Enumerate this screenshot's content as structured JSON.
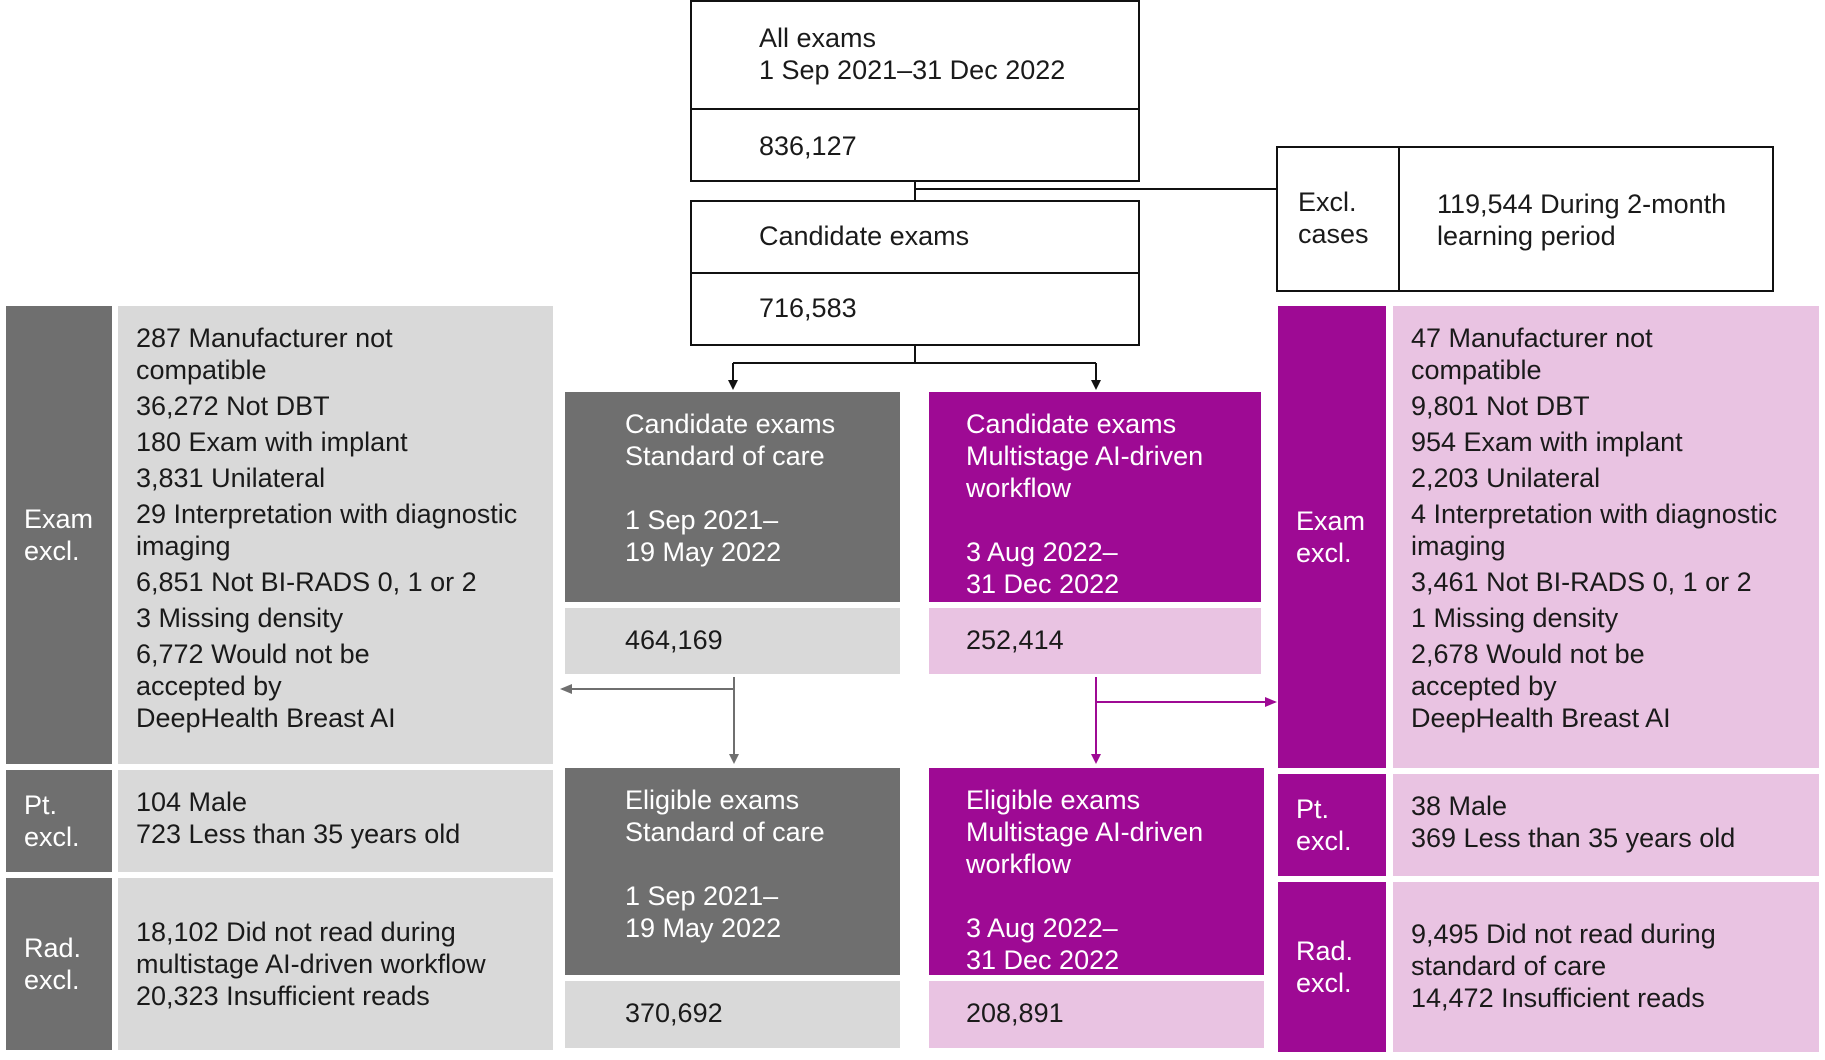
{
  "colors": {
    "soc_dark": "#6f6f6f",
    "soc_light": "#d9d9d9",
    "ai_dark": "#9e0a94",
    "ai_light": "#e9c3e2"
  },
  "top": {
    "all_title": "All exams\n1 Sep 2021–31 Dec 2022",
    "all_count": "836,127",
    "cand_title": "Candidate exams",
    "cand_count": "716,583"
  },
  "excl_cases": {
    "label": "Excl.\ncases",
    "text": "119,544 During 2-month\nlearning period"
  },
  "soc": {
    "candidate_title": "Candidate exams\nStandard of care\n\n1 Sep 2021–\n19 May 2022",
    "candidate_count": "464,169",
    "eligible_title": "Eligible exams\nStandard of care\n\n1 Sep 2021–\n19 May 2022",
    "eligible_count": "370,692"
  },
  "ai": {
    "candidate_title": "Candidate exams\nMultistage AI-driven\nworkflow\n\n3 Aug 2022–\n31 Dec 2022",
    "candidate_count": "252,414",
    "eligible_title": "Eligible exams\nMultistage AI-driven\nworkflow\n\n3 Aug 2022–\n31 Dec 2022",
    "eligible_count": "208,891"
  },
  "left_excl": {
    "exam_label": "Exam\nexcl.",
    "exam_items": [
      "287  Manufacturer not\ncompatible",
      "36,272  Not DBT",
      "180  Exam with implant",
      "3,831  Unilateral",
      "29  Interpretation with diagnostic\nimaging",
      "6,851  Not BI-RADS 0, 1 or 2",
      "3   Missing density",
      "6,772  Would not be\naccepted by\nDeepHealth Breast AI"
    ],
    "pt_label": "Pt.\nexcl.",
    "pt_items": [
      "104  Male",
      "723  Less than 35 years old"
    ],
    "rad_label": "Rad.\nexcl.",
    "rad_items": [
      "18,102  Did not read during\nmultistage AI-driven workflow",
      "20,323  Insufficient reads"
    ]
  },
  "right_excl": {
    "exam_label": "Exam\nexcl.",
    "exam_items": [
      "47 Manufacturer not\ncompatible",
      "9,801 Not DBT",
      "954 Exam with implant",
      "2,203 Unilateral",
      "4 Interpretation with diagnostic\nimaging",
      "3,461 Not BI-RADS 0, 1 or 2",
      "1 Missing density",
      "2,678 Would not be\naccepted by\nDeepHealth Breast AI"
    ],
    "pt_label": "Pt.\nexcl.",
    "pt_items": [
      "38 Male",
      "369 Less than 35 years old"
    ],
    "rad_label": "Rad.\nexcl.",
    "rad_items": [
      "9,495 Did not read during\nstandard of care",
      "14,472  Insufficient reads"
    ]
  }
}
